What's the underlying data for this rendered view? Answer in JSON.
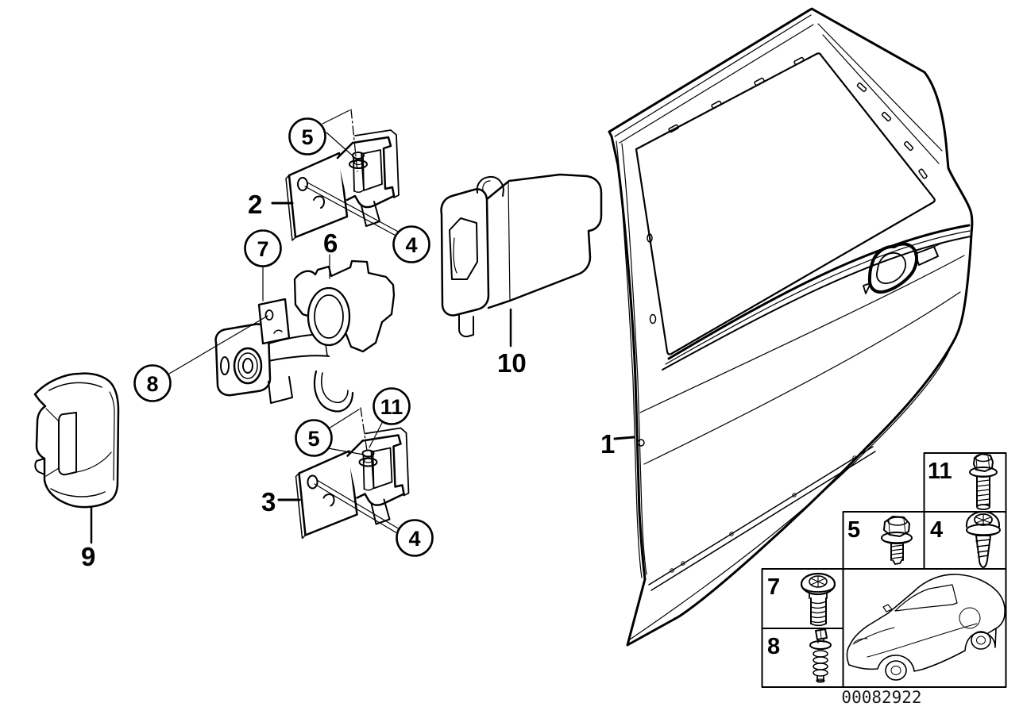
{
  "callouts": {
    "plain": [
      {
        "part": "1"
      },
      {
        "part": "2"
      },
      {
        "part": "3"
      },
      {
        "part": "6"
      },
      {
        "part": "9"
      },
      {
        "part": "10"
      }
    ],
    "circled": [
      {
        "part": "5"
      },
      {
        "part": "4"
      },
      {
        "part": "7"
      },
      {
        "part": "8"
      },
      {
        "part": "11"
      },
      {
        "part": "5"
      },
      {
        "part": "4"
      }
    ]
  },
  "legend": {
    "cells": [
      {
        "part": "11",
        "icon": "hex-flange-bolt-icon"
      },
      {
        "part": "5",
        "icon": "hex-flange-bolt-icon"
      },
      {
        "part": "4",
        "icon": "torx-oval-head-screw-icon"
      },
      {
        "part": "7",
        "icon": "torx-pan-head-screw-icon"
      },
      {
        "part": "8",
        "icon": "expanding-rivet-icon"
      }
    ],
    "car_thumbnail": {
      "icon": "car-location-icon",
      "marker": "rear-door-location-dot"
    }
  },
  "footer": {
    "diagram_number": "00082922"
  }
}
